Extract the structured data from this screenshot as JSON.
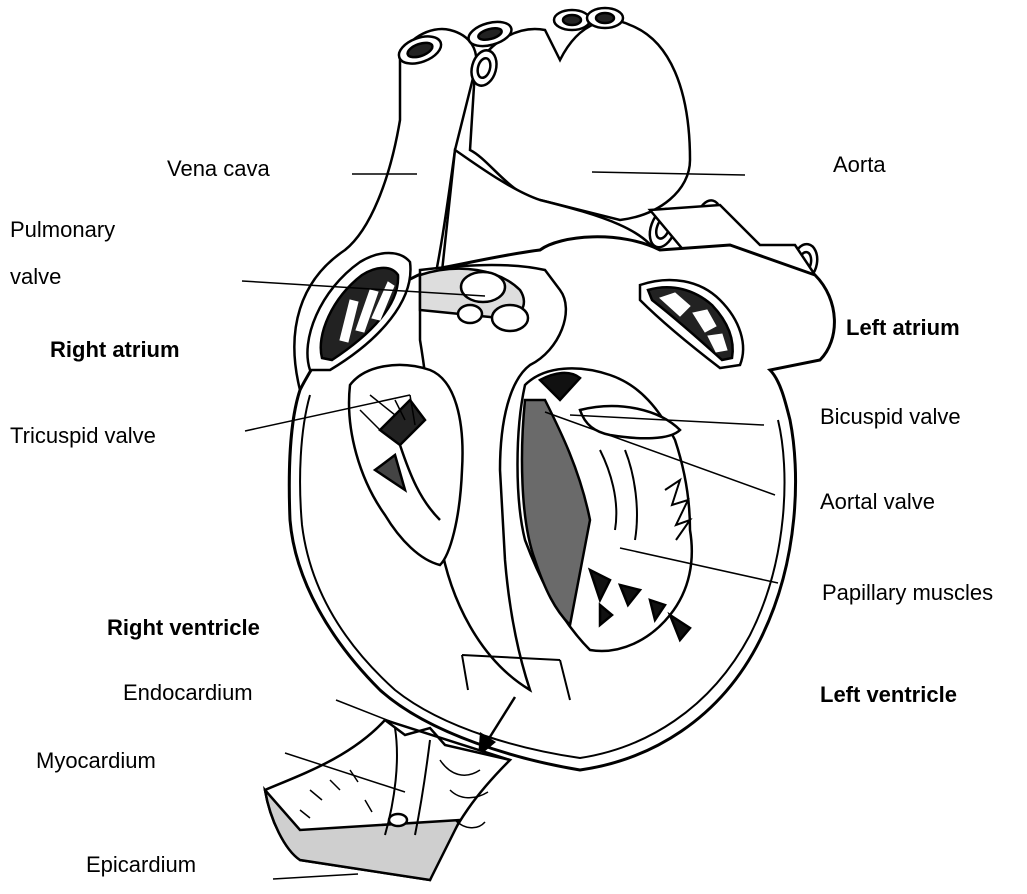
{
  "labels": {
    "vena_cava": "Vena cava",
    "aorta": "Aorta",
    "pulmonary_valve_1": "Pulmonary",
    "pulmonary_valve_2": "valve",
    "right_atrium": "Right atrium",
    "left_atrium": "Left atrium",
    "tricuspid_valve": "Tricuspid valve",
    "bicuspid_valve": "Bicuspid valve",
    "aortal_valve": "Aortal valve",
    "papillary_muscles": "Papillary muscles",
    "right_ventricle": "Right ventricle",
    "left_ventricle": "Left ventricle",
    "endocardium": "Endocardium",
    "myocardium": "Myocardium",
    "epicardium": "Epicardium"
  },
  "colors": {
    "outline": "#000000",
    "fill": "#ffffff",
    "shade": "#7a7a7a",
    "light_shade": "#cfcfcf",
    "dark": "#1a1a1a"
  }
}
